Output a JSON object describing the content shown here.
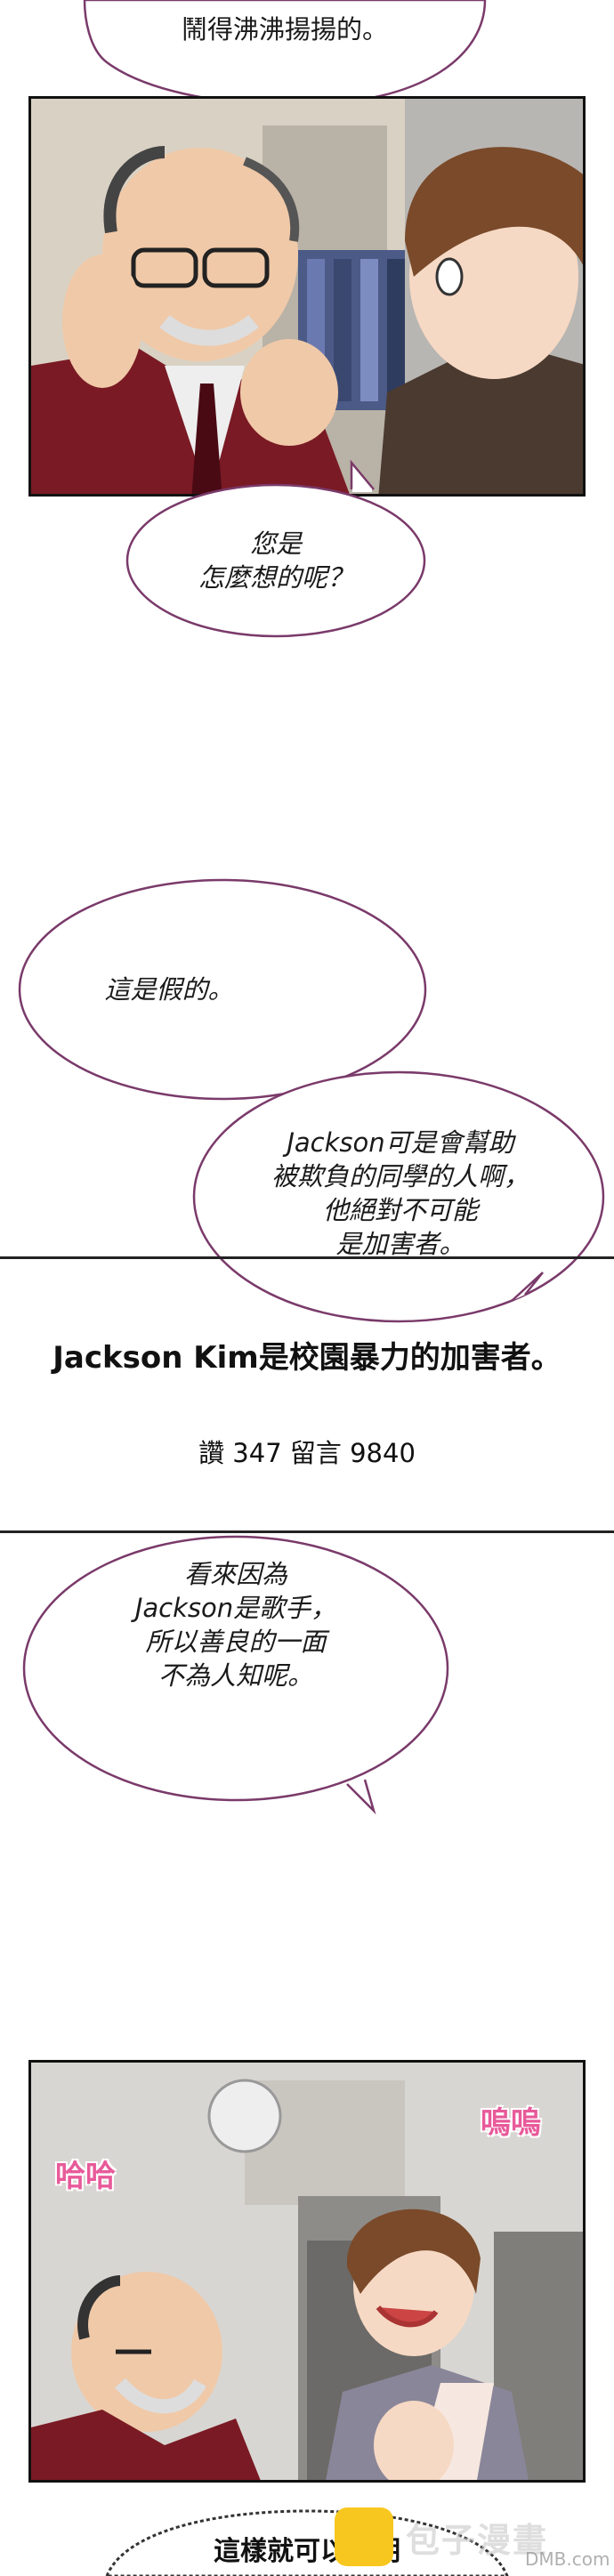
{
  "bubbles": {
    "b0": "鬧得沸沸揚揚的。",
    "b1": "您是\n怎麼想的呢？",
    "b2": "這是假的。",
    "b3": "Jackson可是會幫助\n被欺負的同學的人啊，\n他絕對不可能\n是加害者。",
    "b4": "看來因為\nJackson是歌手，\n所以善良的一面\n不為人知呢。"
  },
  "news": {
    "headline": "Jackson Kim是校園暴力的加害者。",
    "stats": "讚 347 留言 9840"
  },
  "sfx": {
    "haha": "哈哈",
    "wuwu": "嗚嗚"
  },
  "bottom": {
    "caption": "這樣就可以證明"
  },
  "watermark": {
    "brand": "包子漫畫",
    "site": "DMB.com"
  },
  "colors": {
    "bubble_border": "#7a3a6a",
    "sfx": "#e85a9a",
    "suit": "#7a1a24",
    "hair": "#7a4a2a"
  }
}
